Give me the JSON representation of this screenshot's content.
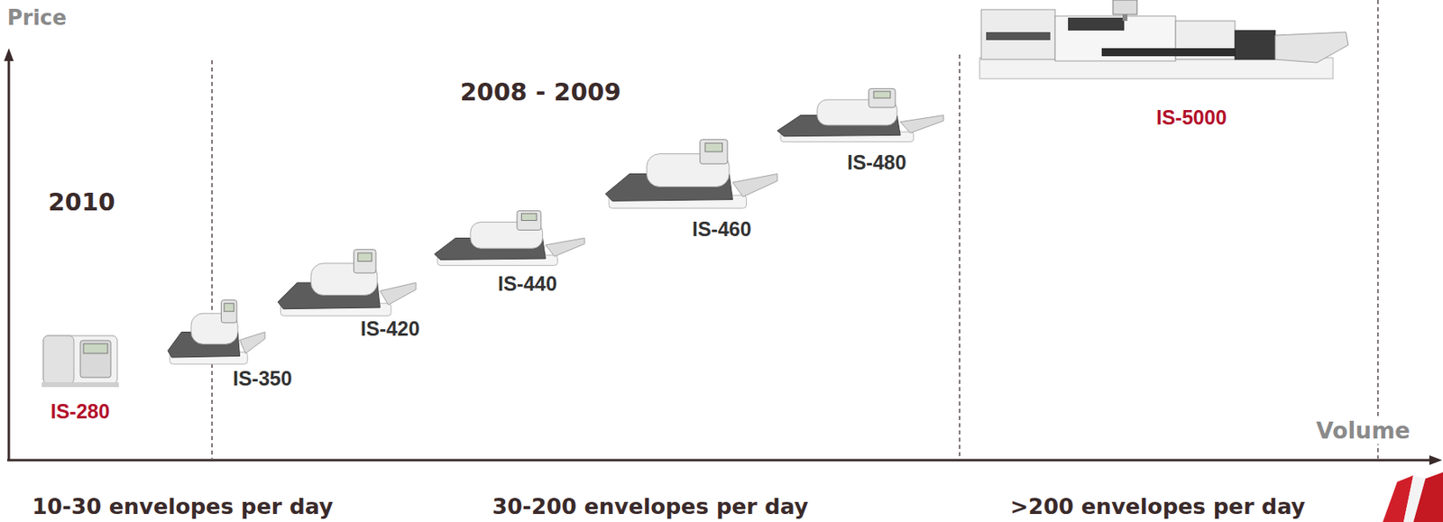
{
  "diagram": {
    "labels": [
      "Price",
      "Volume",
      "2010",
      "2008 - 2009",
      "IS-280",
      "IS-350",
      "IS-420",
      "IS-440",
      "IS-460",
      "IS-480",
      "IS-5000",
      "10-30 envelopes per day",
      "30-200 envelopes per day",
      ">200 envelopes per day"
    ]
  }
}
